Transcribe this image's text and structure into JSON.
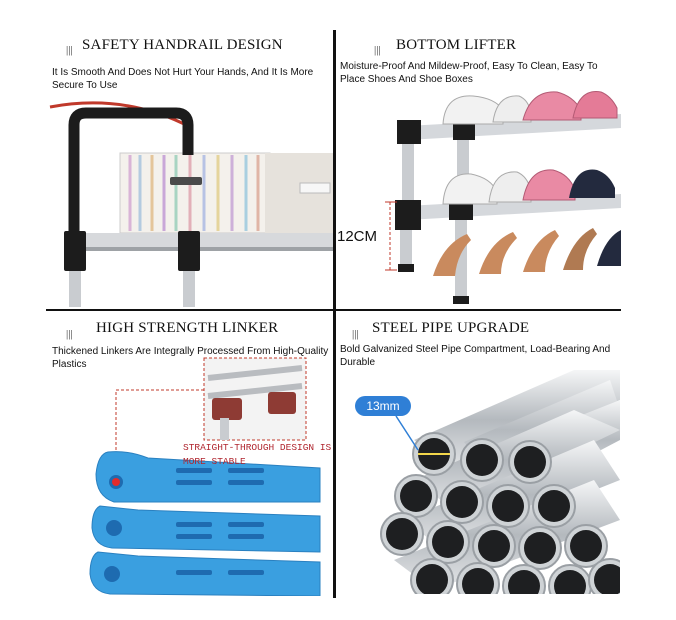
{
  "panels": [
    {
      "title": "SAFETY HANDRAIL DESIGN",
      "description": "It Is Smooth And Does Not Hurt Your Hands, And It Is More Secure To Use"
    },
    {
      "title": "BOTTOM LIFTER",
      "description": "Moisture-Proof And Mildew-Proof, Easy To Clean, Easy To Place Shoes And Shoe Boxes",
      "measure": "12CM"
    },
    {
      "title": "HIGH STRENGTH LINKER",
      "description": "Thickened Linkers Are Integrally Processed From High-Quality Plastics",
      "note_line1": "STRAIGHT-THROUGH DESIGN IS",
      "note_line2": "MORE STABLE"
    },
    {
      "title": "STEEL PIPE UPGRADE",
      "description": "Bold Galvanized Steel Pipe Compartment, Load-Bearing And Durable",
      "badge": "13mm"
    }
  ],
  "title_marker": "|||",
  "colors": {
    "linker_blue": "#3a9fe0",
    "accent_red": "#c0392b",
    "badge_blue": "#2f7fd6",
    "frame_black": "#1a1a1a"
  }
}
